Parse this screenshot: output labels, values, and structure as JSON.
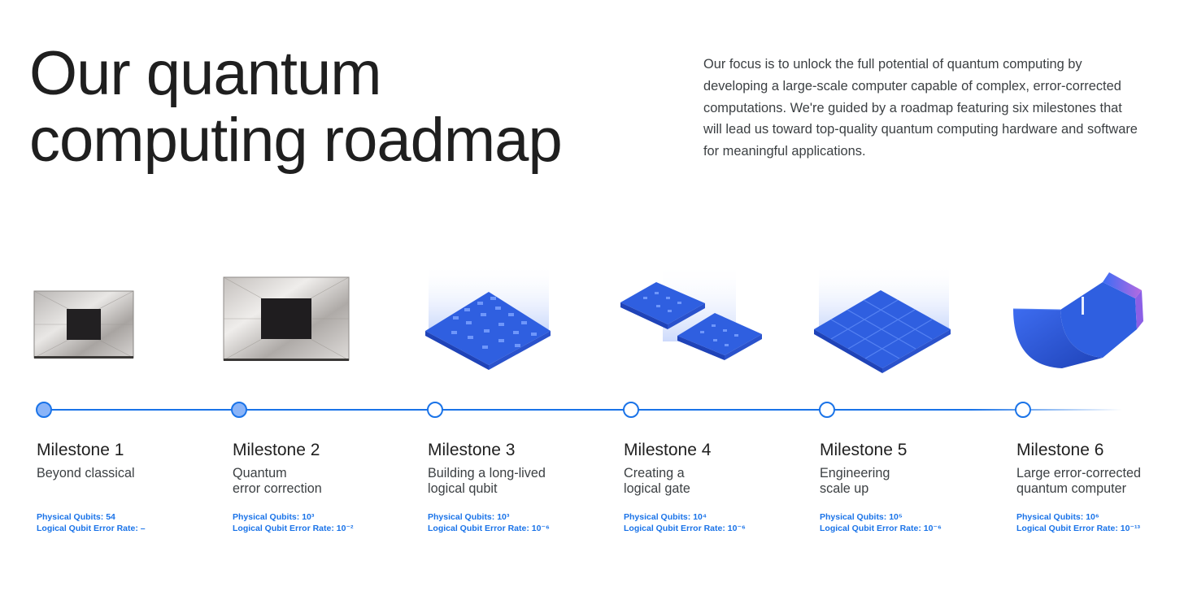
{
  "title": {
    "line1": "Our quantum",
    "line2": "computing roadmap"
  },
  "intro": "Our focus is to unlock the full potential of quantum computing by developing a large-scale computer capable of complex, error-corrected computations. We're guided by a roadmap featuring six milestones that will lead us toward top-quality quantum computing hardware and software for meaningful applications.",
  "colors": {
    "accent": "#1a73e8",
    "chip_blue": "#2f5fe0",
    "completed_node": "#8ab4f8"
  },
  "milestones": [
    {
      "title": "Milestone 1",
      "subtitle": "Beyond classical",
      "physical": "Physical Qubits: 54",
      "error": "Logical Qubit Error Rate: –",
      "status": "completed",
      "icon": "sycamore-chip-photo"
    },
    {
      "title": "Milestone 2",
      "subtitle": "Quantum\nerror correction",
      "physical": "Physical Qubits: 10³",
      "error": "Logical Qubit Error Rate: 10⁻²",
      "status": "completed",
      "icon": "chip-photo"
    },
    {
      "title": "Milestone 3",
      "subtitle": "Building a long-lived\nlogical qubit",
      "physical": "Physical Qubits: 10³",
      "error": "Logical Qubit Error Rate: 10⁻⁶",
      "status": "upcoming",
      "icon": "qubit-grid-tile"
    },
    {
      "title": "Milestone 4",
      "subtitle": "Creating a\nlogical gate",
      "physical": "Physical Qubits: 10⁴",
      "error": "Logical Qubit Error Rate: 10⁻⁶",
      "status": "upcoming",
      "icon": "two-tile-gate"
    },
    {
      "title": "Milestone 5",
      "subtitle": "Engineering\nscale up",
      "physical": "Physical Qubits: 10⁵",
      "error": "Logical Qubit Error Rate: 10⁻⁶",
      "status": "upcoming",
      "icon": "tiled-array"
    },
    {
      "title": "Milestone 6",
      "subtitle": "Large error-corrected\nquantum computer",
      "physical": "Physical Qubits: 10⁶",
      "error": "Logical Qubit Error Rate: 10⁻¹³",
      "status": "upcoming",
      "icon": "cryostat-module"
    }
  ]
}
